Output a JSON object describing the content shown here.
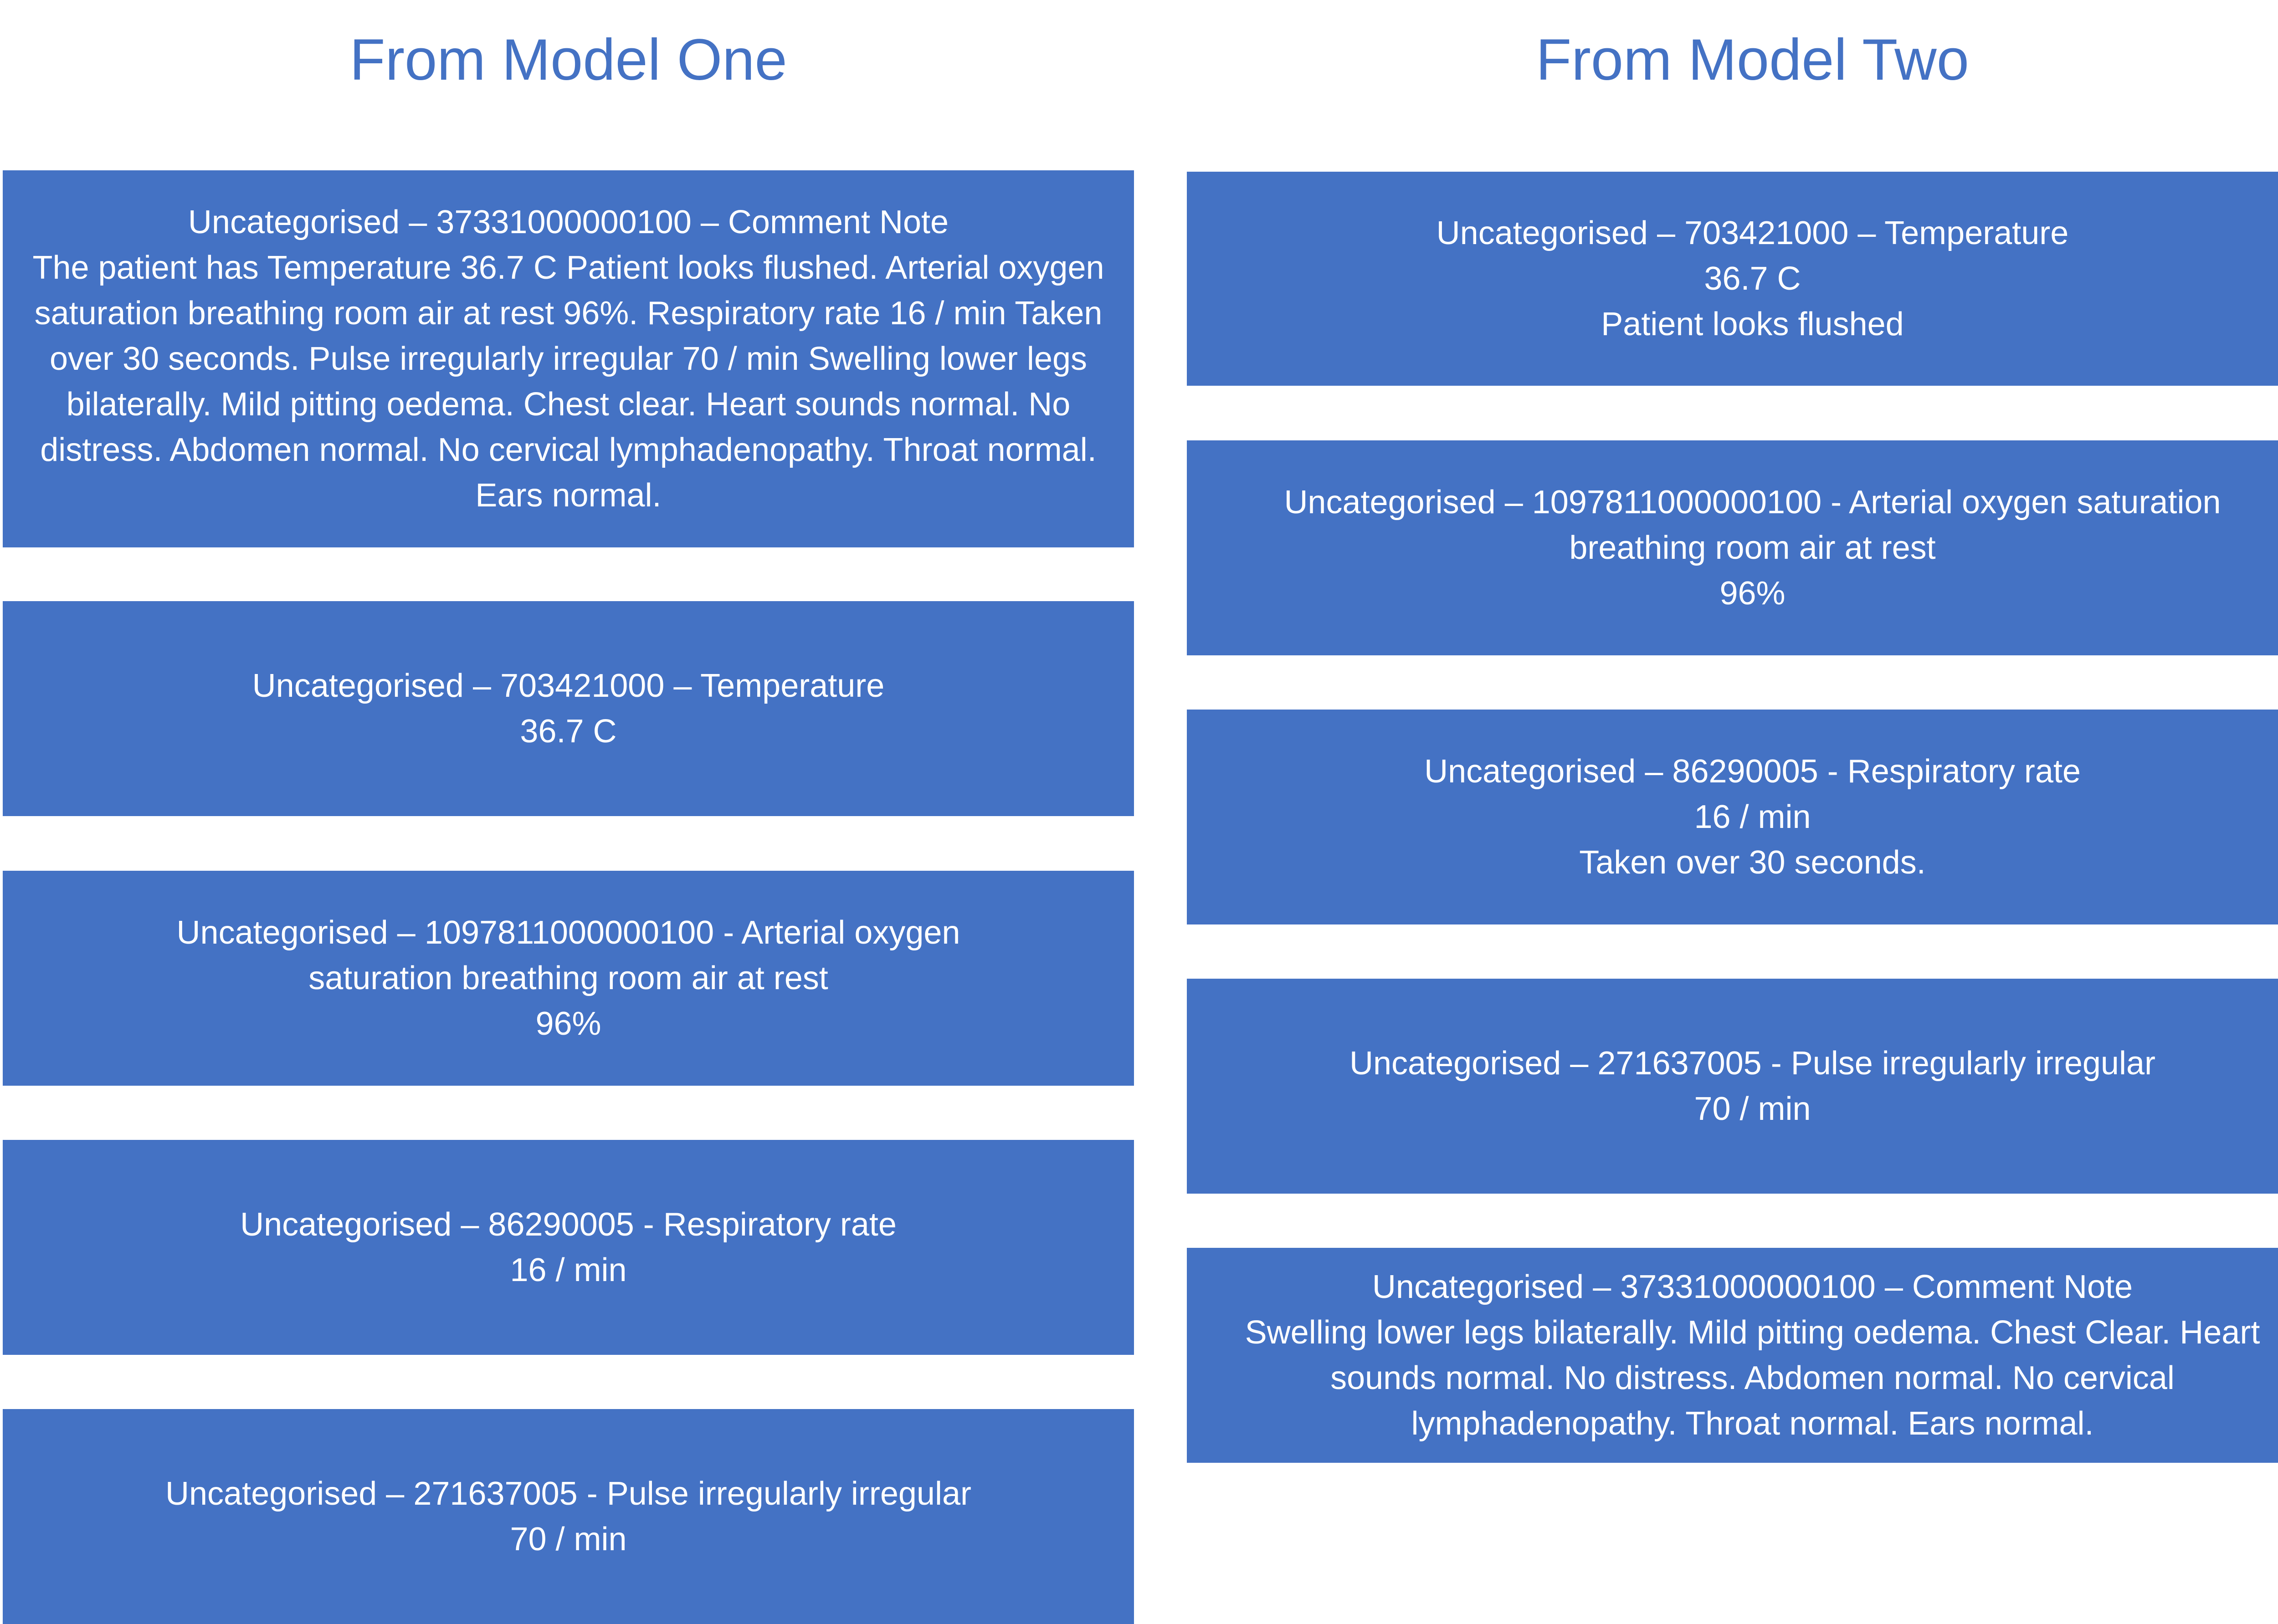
{
  "columns": [
    {
      "title": "From Model One",
      "boxes": [
        {
          "heading": "Uncategorised – 37331000000100 – Comment Note",
          "body": "The patient has Temperature 36.7 C Patient looks flushed. Arterial oxygen saturation breathing room air at rest 96%. Respiratory rate 16 / min Taken over 30 seconds. Pulse irregularly irregular 70 / min Swelling lower legs bilaterally. Mild pitting oedema. Chest clear. Heart sounds normal. No distress. Abdomen normal. No cervical lymphadenopathy. Throat normal. Ears normal."
        },
        {
          "heading": "Uncategorised – 703421000 – Temperature",
          "value": "36.7 C"
        },
        {
          "heading": "Uncategorised – 1097811000000100 - Arterial oxygen saturation breathing room air at rest",
          "value": "96%"
        },
        {
          "heading": "Uncategorised – 86290005 - Respiratory rate",
          "value": "16 / min"
        },
        {
          "heading": "Uncategorised – 271637005 - Pulse irregularly irregular",
          "value": "70 / min"
        }
      ]
    },
    {
      "title": "From Model Two",
      "boxes": [
        {
          "heading": "Uncategorised – 703421000 – Temperature",
          "value": "36.7 C",
          "note": "Patient looks flushed"
        },
        {
          "heading": "Uncategorised – 1097811000000100 - Arterial oxygen saturation breathing room air at rest",
          "value": "96%"
        },
        {
          "heading": "Uncategorised – 86290005 - Respiratory rate",
          "value": "16 / min",
          "note": "Taken over 30 seconds."
        },
        {
          "heading": "Uncategorised – 271637005 - Pulse irregularly irregular",
          "value": "70 / min"
        },
        {
          "heading": "Uncategorised – 37331000000100 – Comment Note",
          "body": "Swelling lower legs bilaterally. Mild pitting oedema. Chest Clear. Heart sounds normal. No distress. Abdomen normal. No cervical lymphadenopathy. Throat normal. Ears normal."
        }
      ]
    }
  ],
  "colors": {
    "box_fill": "#4472C4",
    "title_text": "#4472C4",
    "box_text": "#FFFFFF"
  }
}
